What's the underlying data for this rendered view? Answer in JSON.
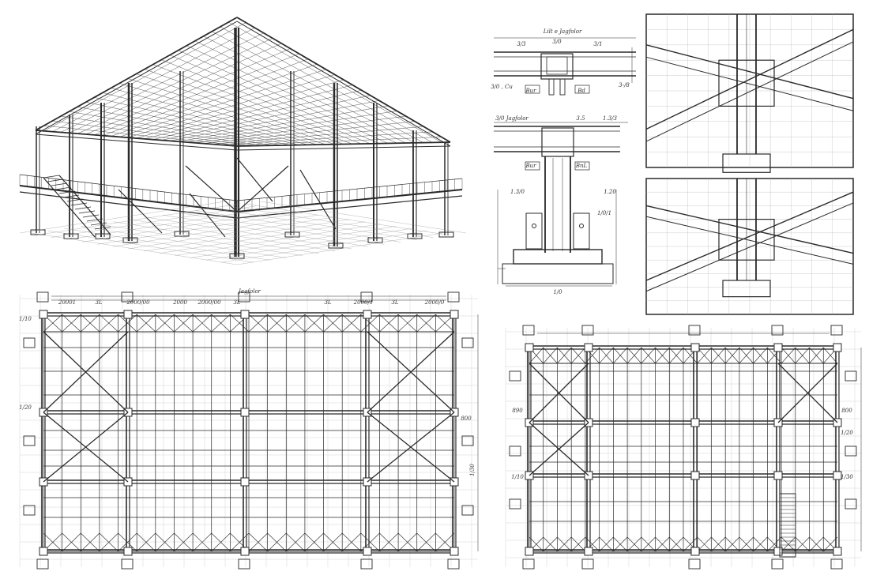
{
  "sheet": {
    "ink_color": "#2a2a2a",
    "background": "#ffffff",
    "views": [
      "perspective-view",
      "connection-detail-top",
      "column-base-detail",
      "rendered-detail-upper",
      "rendered-detail-lower",
      "floor-plan-left",
      "floor-plan-right"
    ]
  },
  "detail_top": {
    "title": "Lilt e Jagfolor",
    "dims": [
      "3/3",
      "3/0",
      "3/1"
    ],
    "tags": [
      "Bur",
      "Bd"
    ],
    "notes": [
      "3/0 , Cu",
      "3-/8"
    ]
  },
  "detail_column": {
    "title": "3/0 Jagfolor",
    "dims": [
      "3.5",
      "1.3/3",
      "1.3/0",
      "1.20",
      "1/0/1"
    ],
    "tags": [
      "Bur",
      "BnL"
    ],
    "note": "1/0"
  },
  "plan_left": {
    "title": "Jagfolor",
    "dims": [
      "20001",
      "3L",
      "2000/00",
      "2000",
      "2000/00",
      "3L",
      "3L",
      "2000/1",
      "3L",
      "2000/0"
    ],
    "side_labels": [
      "1/10",
      "1/20",
      "1/30",
      "800"
    ]
  },
  "plan_right": {
    "side_labels": [
      "1/10",
      "1/20",
      "1/30",
      "800",
      "890"
    ]
  }
}
